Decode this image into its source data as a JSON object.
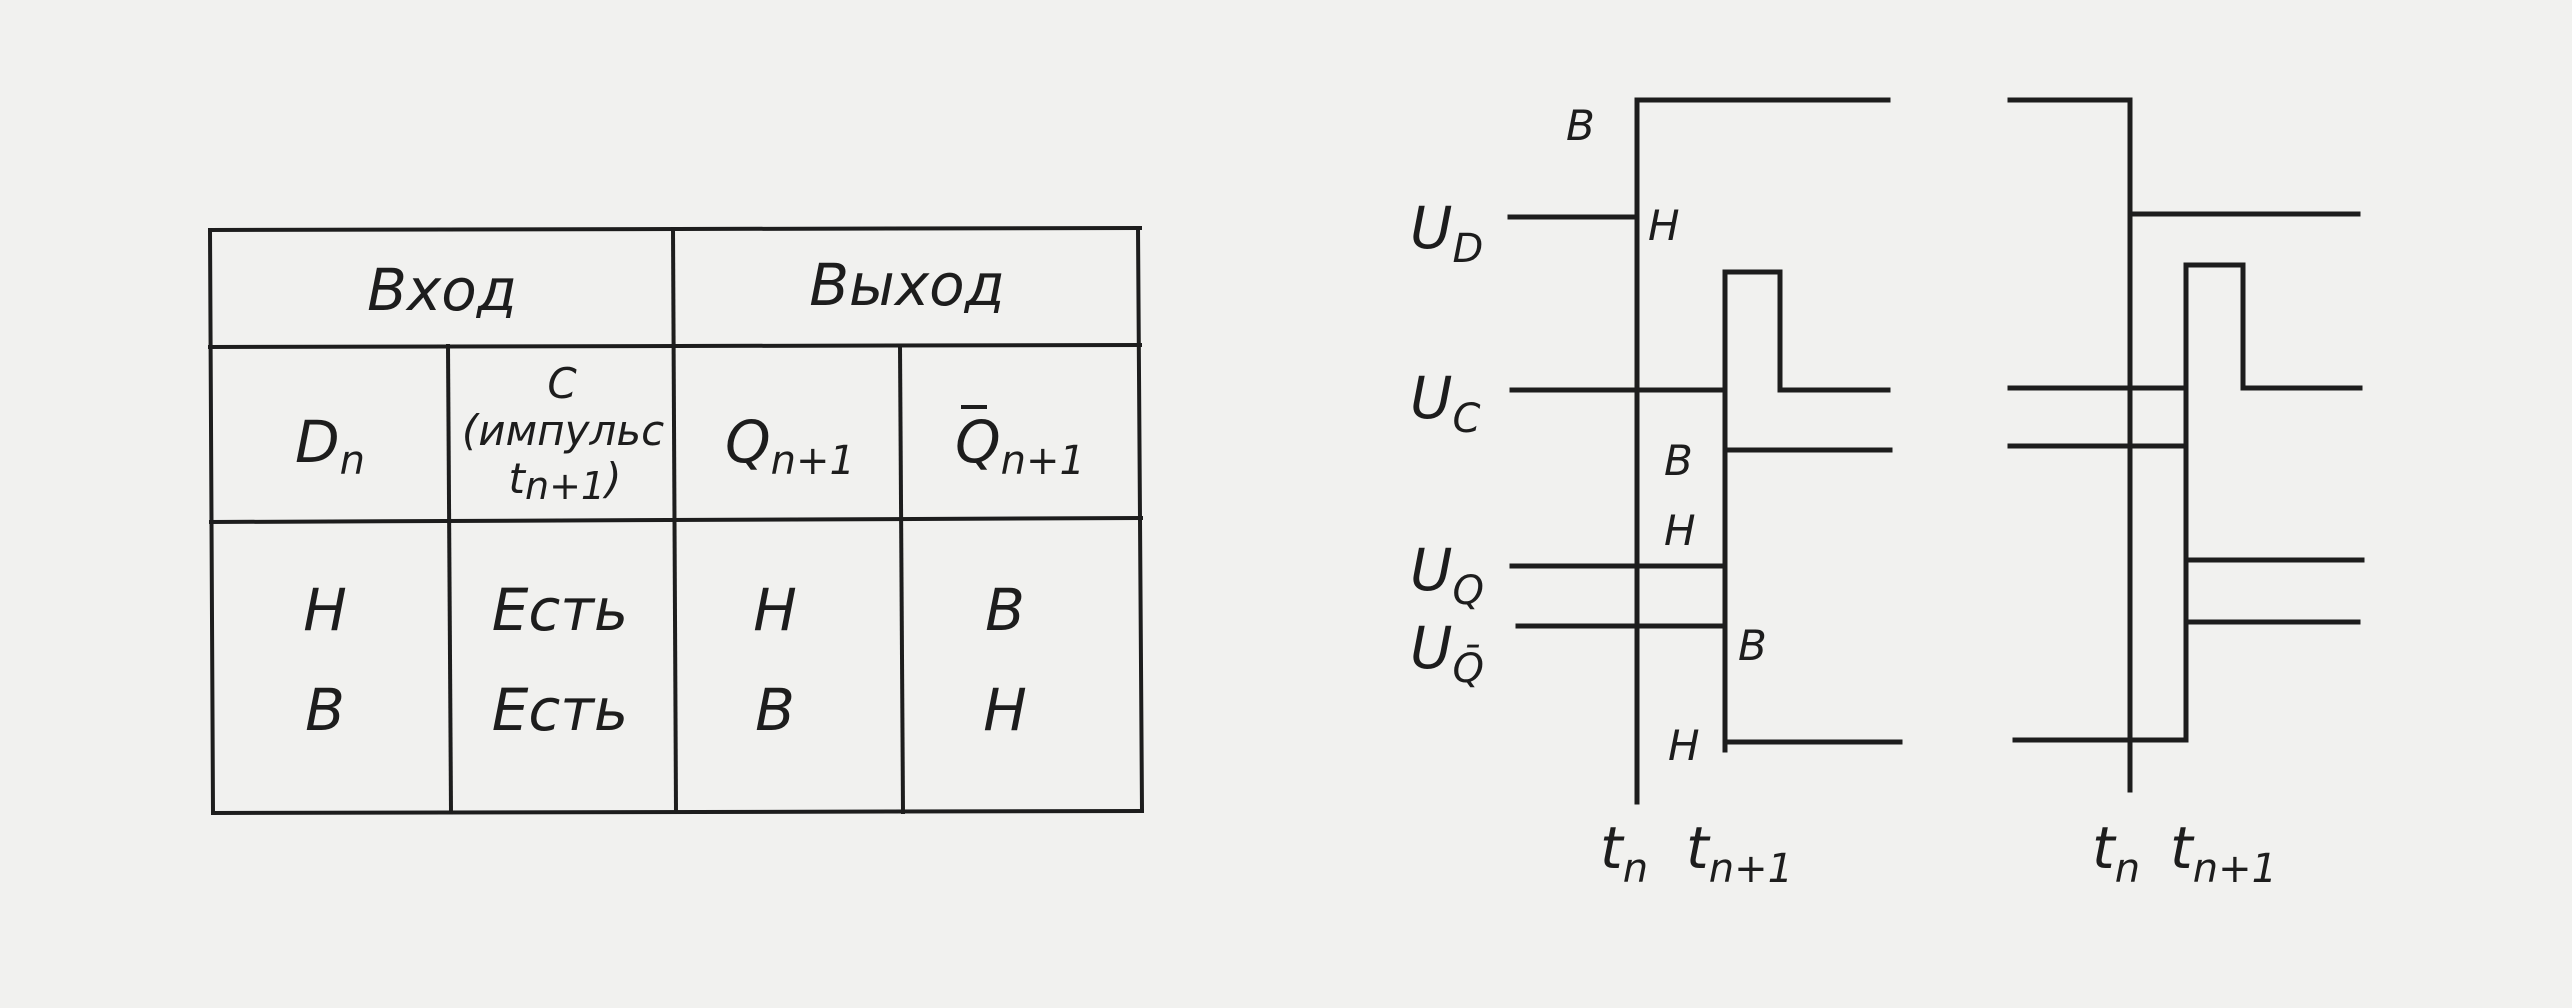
{
  "truth_table": {
    "group_headers": {
      "input": "Вход",
      "output": "Выход"
    },
    "columns": {
      "d": {
        "main": "D",
        "sub": "n"
      },
      "c": {
        "line1": "C",
        "line2": "(импульс",
        "line3_main": "t",
        "line3_sub": "n+1",
        "line3_tail": ")"
      },
      "q": {
        "main": "Q",
        "sub": "n+1"
      },
      "qbar": {
        "main": "Q",
        "sub": "n+1"
      }
    },
    "rows": [
      {
        "d": "Н",
        "c": "Есть",
        "q": "Н",
        "qbar": "В"
      },
      {
        "d": "В",
        "c": "Есть",
        "q": "В",
        "qbar": "Н"
      }
    ]
  },
  "timing_diagram": {
    "signals": [
      {
        "main": "U",
        "sub": "D"
      },
      {
        "main": "U",
        "sub": "C"
      },
      {
        "main": "U",
        "sub": "Q"
      },
      {
        "main": "U",
        "sub": "Q̄"
      }
    ],
    "levels": {
      "high": "В",
      "low": "Н"
    },
    "time_marks": [
      {
        "main": "t",
        "sub": "n"
      },
      {
        "main": "t",
        "sub": "n+1"
      }
    ],
    "cases": [
      {
        "d_before": "low",
        "d_after": "high",
        "q_after": "high",
        "qbar_after": "low"
      },
      {
        "d_before": "high",
        "d_after": "low",
        "q_after": "low",
        "qbar_after": "high"
      }
    ]
  }
}
